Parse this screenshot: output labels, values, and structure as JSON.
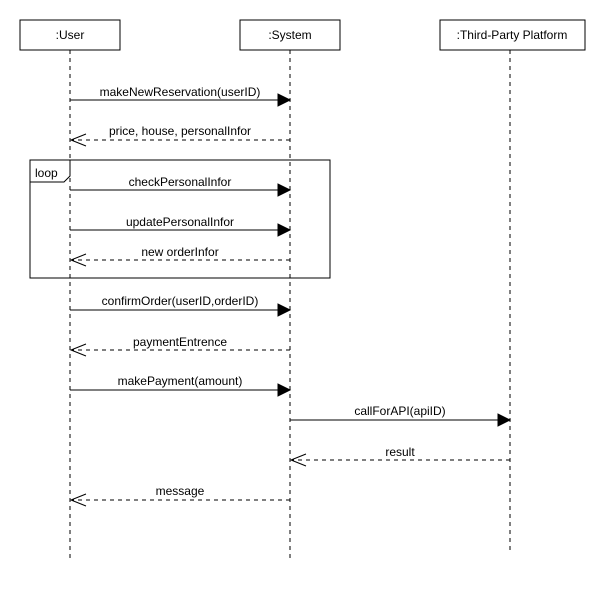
{
  "participants": [
    {
      "id": "user",
      "label": ":User"
    },
    {
      "id": "system",
      "label": ":System"
    },
    {
      "id": "platform",
      "label": ":Third-Party Platform"
    }
  ],
  "fragment": {
    "keyword": "loop"
  },
  "messages": [
    {
      "from": "user",
      "to": "system",
      "label": "makeNewReservation(userID)",
      "kind": "sync"
    },
    {
      "from": "system",
      "to": "user",
      "label": "price, house, personalInfor",
      "kind": "return"
    },
    {
      "from": "user",
      "to": "system",
      "label": "checkPersonalInfor",
      "kind": "sync"
    },
    {
      "from": "user",
      "to": "system",
      "label": "updatePersonalInfor",
      "kind": "sync"
    },
    {
      "from": "system",
      "to": "user",
      "label": "new orderInfor",
      "kind": "return"
    },
    {
      "from": "user",
      "to": "system",
      "label": "confirmOrder(userID,orderID)",
      "kind": "sync"
    },
    {
      "from": "system",
      "to": "user",
      "label": "paymentEntrence",
      "kind": "return"
    },
    {
      "from": "user",
      "to": "system",
      "label": "makePayment(amount)",
      "kind": "sync"
    },
    {
      "from": "system",
      "to": "platform",
      "label": "callForAPI(apiID)",
      "kind": "sync"
    },
    {
      "from": "platform",
      "to": "system",
      "label": "result",
      "kind": "return"
    },
    {
      "from": "system",
      "to": "user",
      "label": "message",
      "kind": "return"
    }
  ]
}
